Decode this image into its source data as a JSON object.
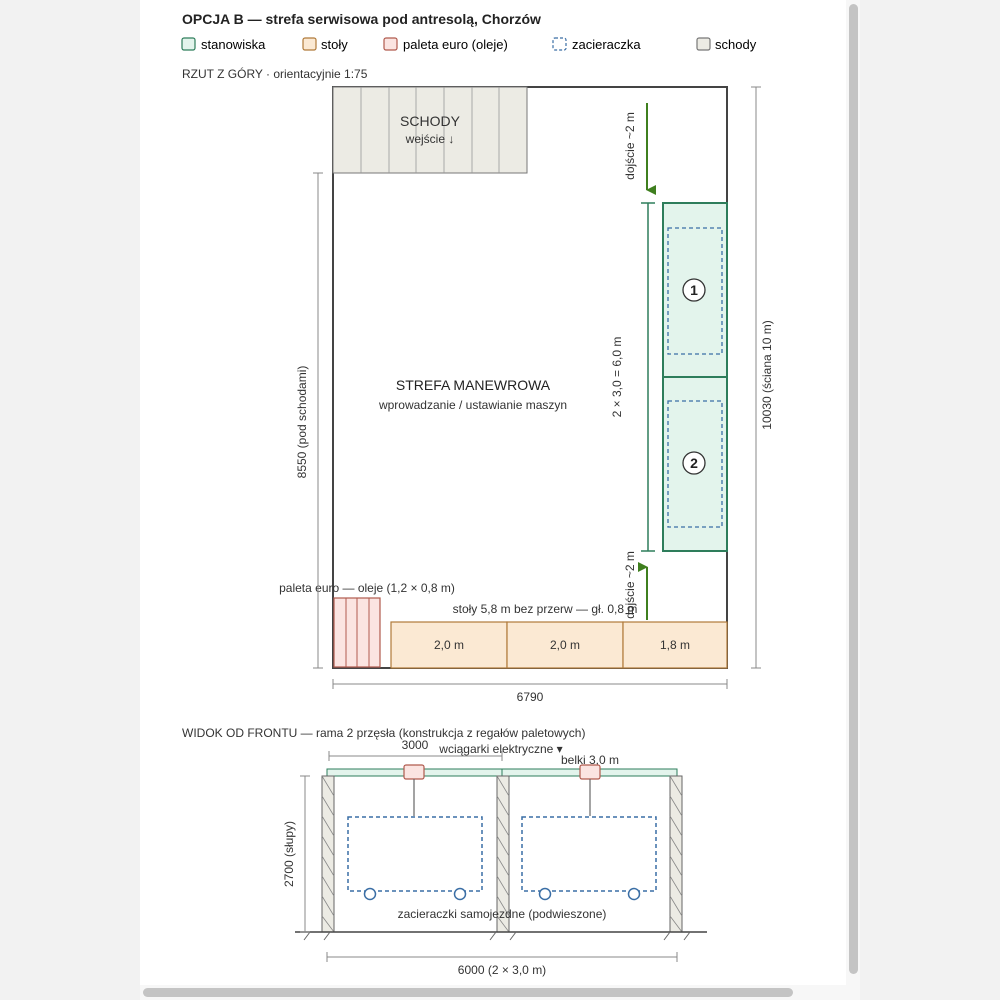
{
  "title": "OPCJA B — strefa serwisowa pod antresolą, Chorzów",
  "legend": [
    {
      "label": "stanowiska",
      "icon": "station-swatch-icon",
      "fill": "#e3f4ec",
      "stroke": "#2e7d5b",
      "dash": false
    },
    {
      "label": "stoły",
      "icon": "table-swatch-icon",
      "fill": "#fbe9d3",
      "stroke": "#b07a3a",
      "dash": false
    },
    {
      "label": "paleta euro (oleje)",
      "icon": "pallet-swatch-icon",
      "fill": "#fbe4e1",
      "stroke": "#b05a4e",
      "dash": false
    },
    {
      "label": "zacieraczka",
      "icon": "trowel-swatch-icon",
      "fill": "#ffffff",
      "stroke": "#3a6ea5",
      "dash": true
    },
    {
      "label": "schody",
      "icon": "stairs-swatch-icon",
      "fill": "#ecebe4",
      "stroke": "#777777",
      "dash": false
    }
  ],
  "colors": {
    "station_fill": "#e3f4ec",
    "station_stroke": "#2e7d5b",
    "table_fill": "#fbe9d3",
    "table_stroke": "#b07a3a",
    "pallet_fill": "#fbe4e1",
    "pallet_stroke": "#b05a4e",
    "trowel_stroke": "#3a6ea5",
    "stairs_fill": "#ecebe4",
    "arrow": "#3f7f1f",
    "wall": "#444444"
  },
  "top_view": {
    "heading": "RZUT Z GÓRY · orientacyjnie 1:75",
    "stairs_label": "SCHODY",
    "stairs_sub": "wejście ↓",
    "zone_title": "STREFA MANEWROWA",
    "zone_sub": "wprowadzanie / ustawianie maszyn",
    "access_top": "dojście ~2 m",
    "access_bottom": "dojście ~2 m",
    "stations_dim": "2 × 3,0 = 6,0 m",
    "station_1": "1",
    "station_2": "2",
    "pallet_label": "paleta euro — oleje (1,2 × 0,8 m)",
    "tables_label": "stoły 5,8 m bez przerw — gł. 0,8 m",
    "table_1": "2,0 m",
    "table_2": "2,0 m",
    "table_3": "1,8 m",
    "dim_left": "8550 (pod schodami)",
    "dim_right": "10030 (ściana 10 m)",
    "dim_bottom": "6790"
  },
  "front_view": {
    "heading": "WIDOK OD FRONTU — rama 2 przęsła (konstrukcja z regałów paletowych)",
    "span_label": "3000",
    "hoists_label": "wciągarki elektryczne ▾",
    "beams_label": "belki 3,0 m",
    "height_label": "2700 (słupy)",
    "trowels_label": "zacieraczki samojezdne (podwieszone)",
    "width_label": "6000 (2 × 3,0 m)"
  }
}
